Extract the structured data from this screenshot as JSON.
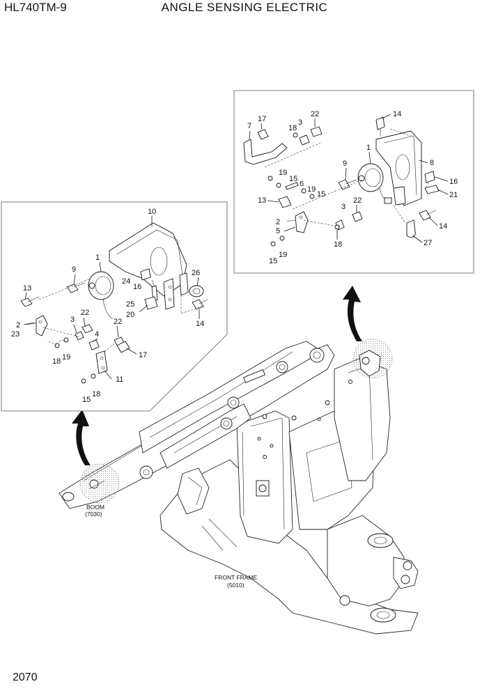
{
  "header": {
    "model": "HL740TM-9",
    "title": "ANGLE SENSING ELECTRIC"
  },
  "footer": {
    "page_number": "2070"
  },
  "frame_labels": {
    "boom": "BOOM",
    "boom_ref": "(7030)",
    "front_frame": "FRONT FRAME",
    "front_frame_ref": "(5010)"
  },
  "left_box": {
    "callouts": [
      "10",
      "1",
      "9",
      "13",
      "24",
      "16",
      "26",
      "25",
      "20",
      "14",
      "22",
      "3",
      "2",
      "23",
      "22",
      "4",
      "17",
      "18",
      "19",
      "11",
      "15",
      "18"
    ]
  },
  "right_box": {
    "callouts": [
      "17",
      "7",
      "3",
      "18",
      "22",
      "14",
      "1",
      "8",
      "9",
      "19",
      "15",
      "6",
      "19",
      "15",
      "16",
      "21",
      "13",
      "22",
      "2",
      "3",
      "5",
      "14",
      "18",
      "27",
      "15",
      "19"
    ]
  }
}
